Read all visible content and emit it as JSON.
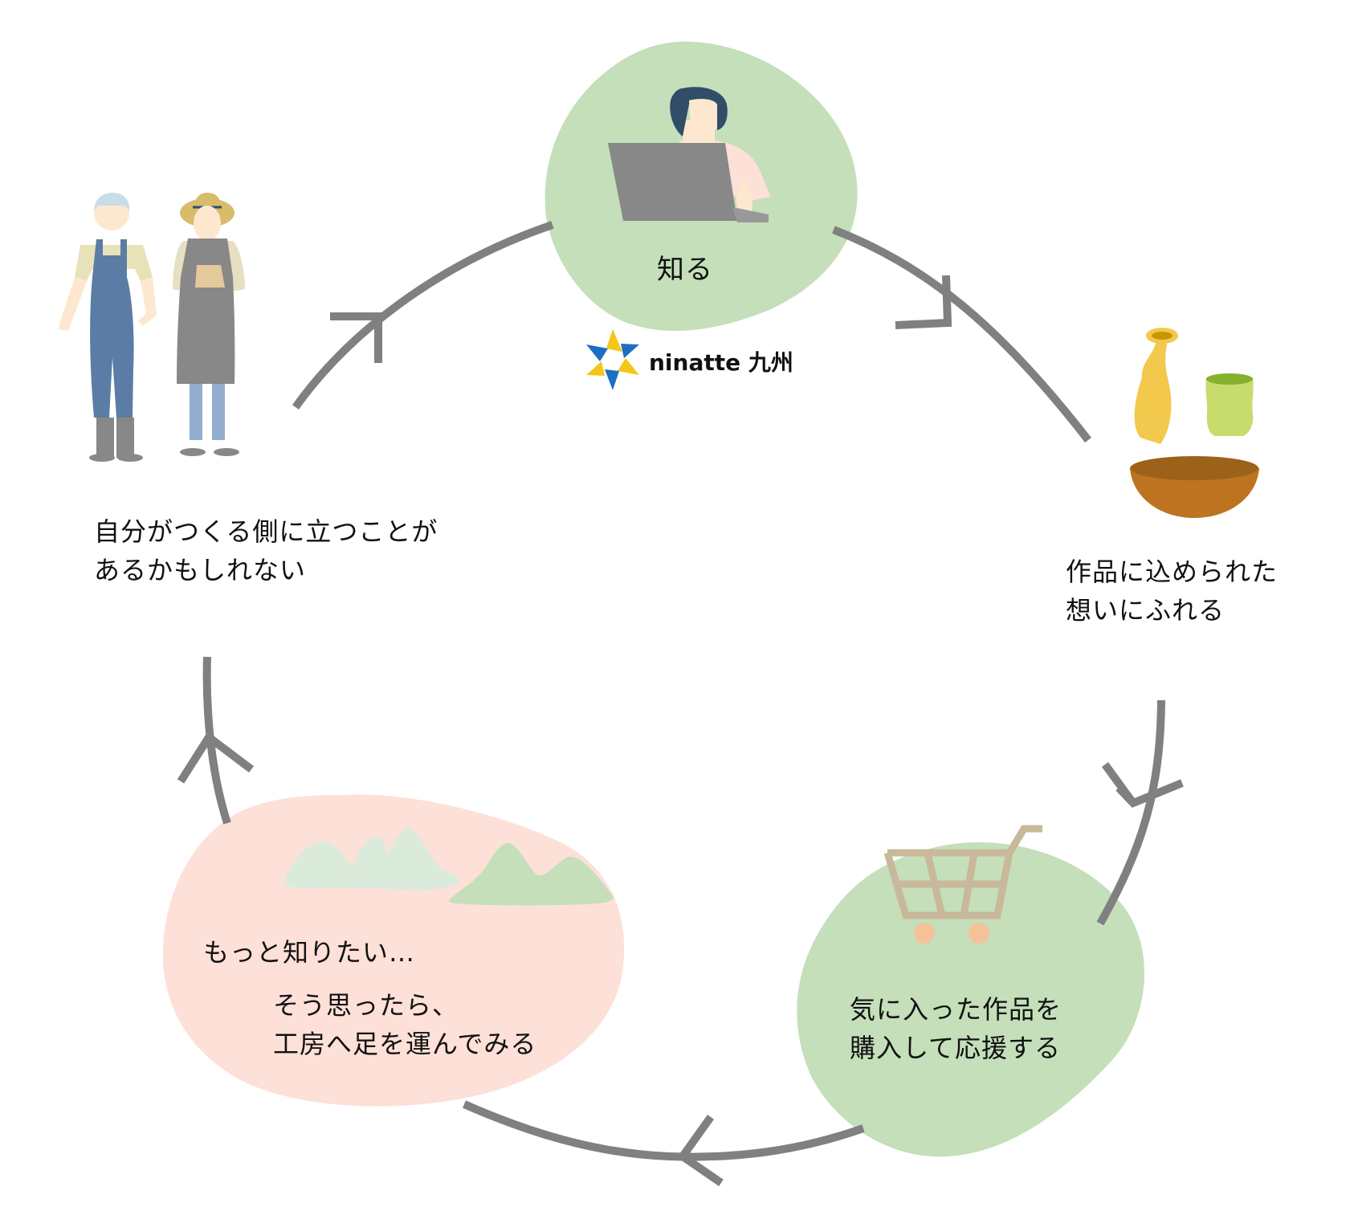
{
  "diagram": {
    "title": "ninatte cycle",
    "colors": {
      "arrow": "#808080",
      "blob_green": "#c4dfba",
      "blob_pink": "#fde0d8",
      "mountain_light": "#daebdc",
      "mountain_green": "#c4dfba",
      "cart": "#c8b99a",
      "cart_wheel": "#f5c199",
      "vase": "#f2c94c",
      "cup": "#c8dc6e",
      "bowl": "#bd7320",
      "laptop": "#888888",
      "hair": "#304e68",
      "overalls": "#5b7ca4",
      "apron": "#888888",
      "skin": "#fde8cf"
    },
    "steps": [
      {
        "id": "know",
        "label": "知る",
        "icon": "person-with-laptop-icon"
      },
      {
        "id": "feel",
        "label_lines": [
          "作品に込められた",
          "想いにふれる"
        ],
        "icon": "pottery-icon"
      },
      {
        "id": "buy",
        "label_lines": [
          "気に入った作品を",
          "購入して応援する"
        ],
        "icon": "shopping-cart-icon"
      },
      {
        "id": "visit",
        "label_intro": "もっと知りたい…",
        "label_lines": [
          "そう思ったら、",
          "工房へ足を運んでみる"
        ],
        "icon": "mountains-icon"
      },
      {
        "id": "make",
        "label_lines": [
          "自分がつくる側に立つことが",
          "あるかもしれない"
        ],
        "icon": "craftspeople-icon"
      }
    ],
    "logo": {
      "text": "ninatte 九州",
      "icon": "ninatte-star-logo-icon"
    }
  }
}
